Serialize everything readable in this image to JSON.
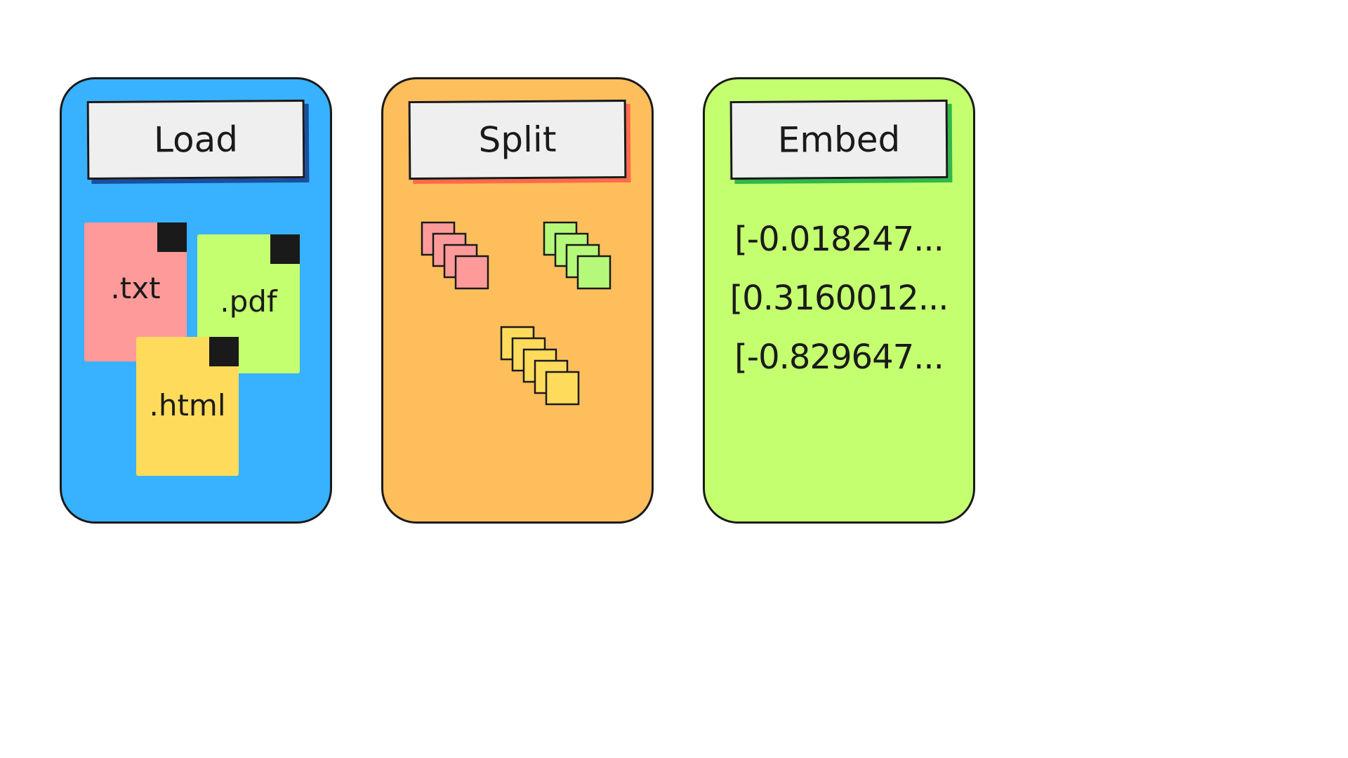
{
  "colors": {
    "load_bg": "#38b1ff",
    "split_bg": "#ffbe5c",
    "embed_bg": "#c4ff6f",
    "label_bg": "#efefef",
    "txt_doc": "#ff9a9a",
    "txt_fold": "#ff6b6b",
    "pdf_doc": "#c4ff6f",
    "pdf_fold": "#7fd34f",
    "html_doc": "#ffdb5c",
    "html_fold": "#ffbf5a",
    "chunk_red": "#ff9a9a",
    "chunk_green": "#b6f97a",
    "chunk_yellow": "#ffdb5c",
    "outline": "#1a1a1a"
  },
  "load": {
    "title": "Load",
    "docs": [
      {
        "ext": ".txt",
        "icon": "text-file-icon"
      },
      {
        "ext": ".pdf",
        "icon": "pdf-file-icon"
      },
      {
        "ext": ".html",
        "icon": "html-file-icon"
      }
    ]
  },
  "split": {
    "title": "Split",
    "chunk_groups": [
      {
        "color": "red",
        "count": 4
      },
      {
        "color": "green",
        "count": 4
      },
      {
        "color": "yellow",
        "count": 5
      }
    ]
  },
  "embed": {
    "title": "Embed",
    "vectors": [
      "[-0.018247...",
      "[0.3160012...",
      "[-0.829647..."
    ]
  }
}
